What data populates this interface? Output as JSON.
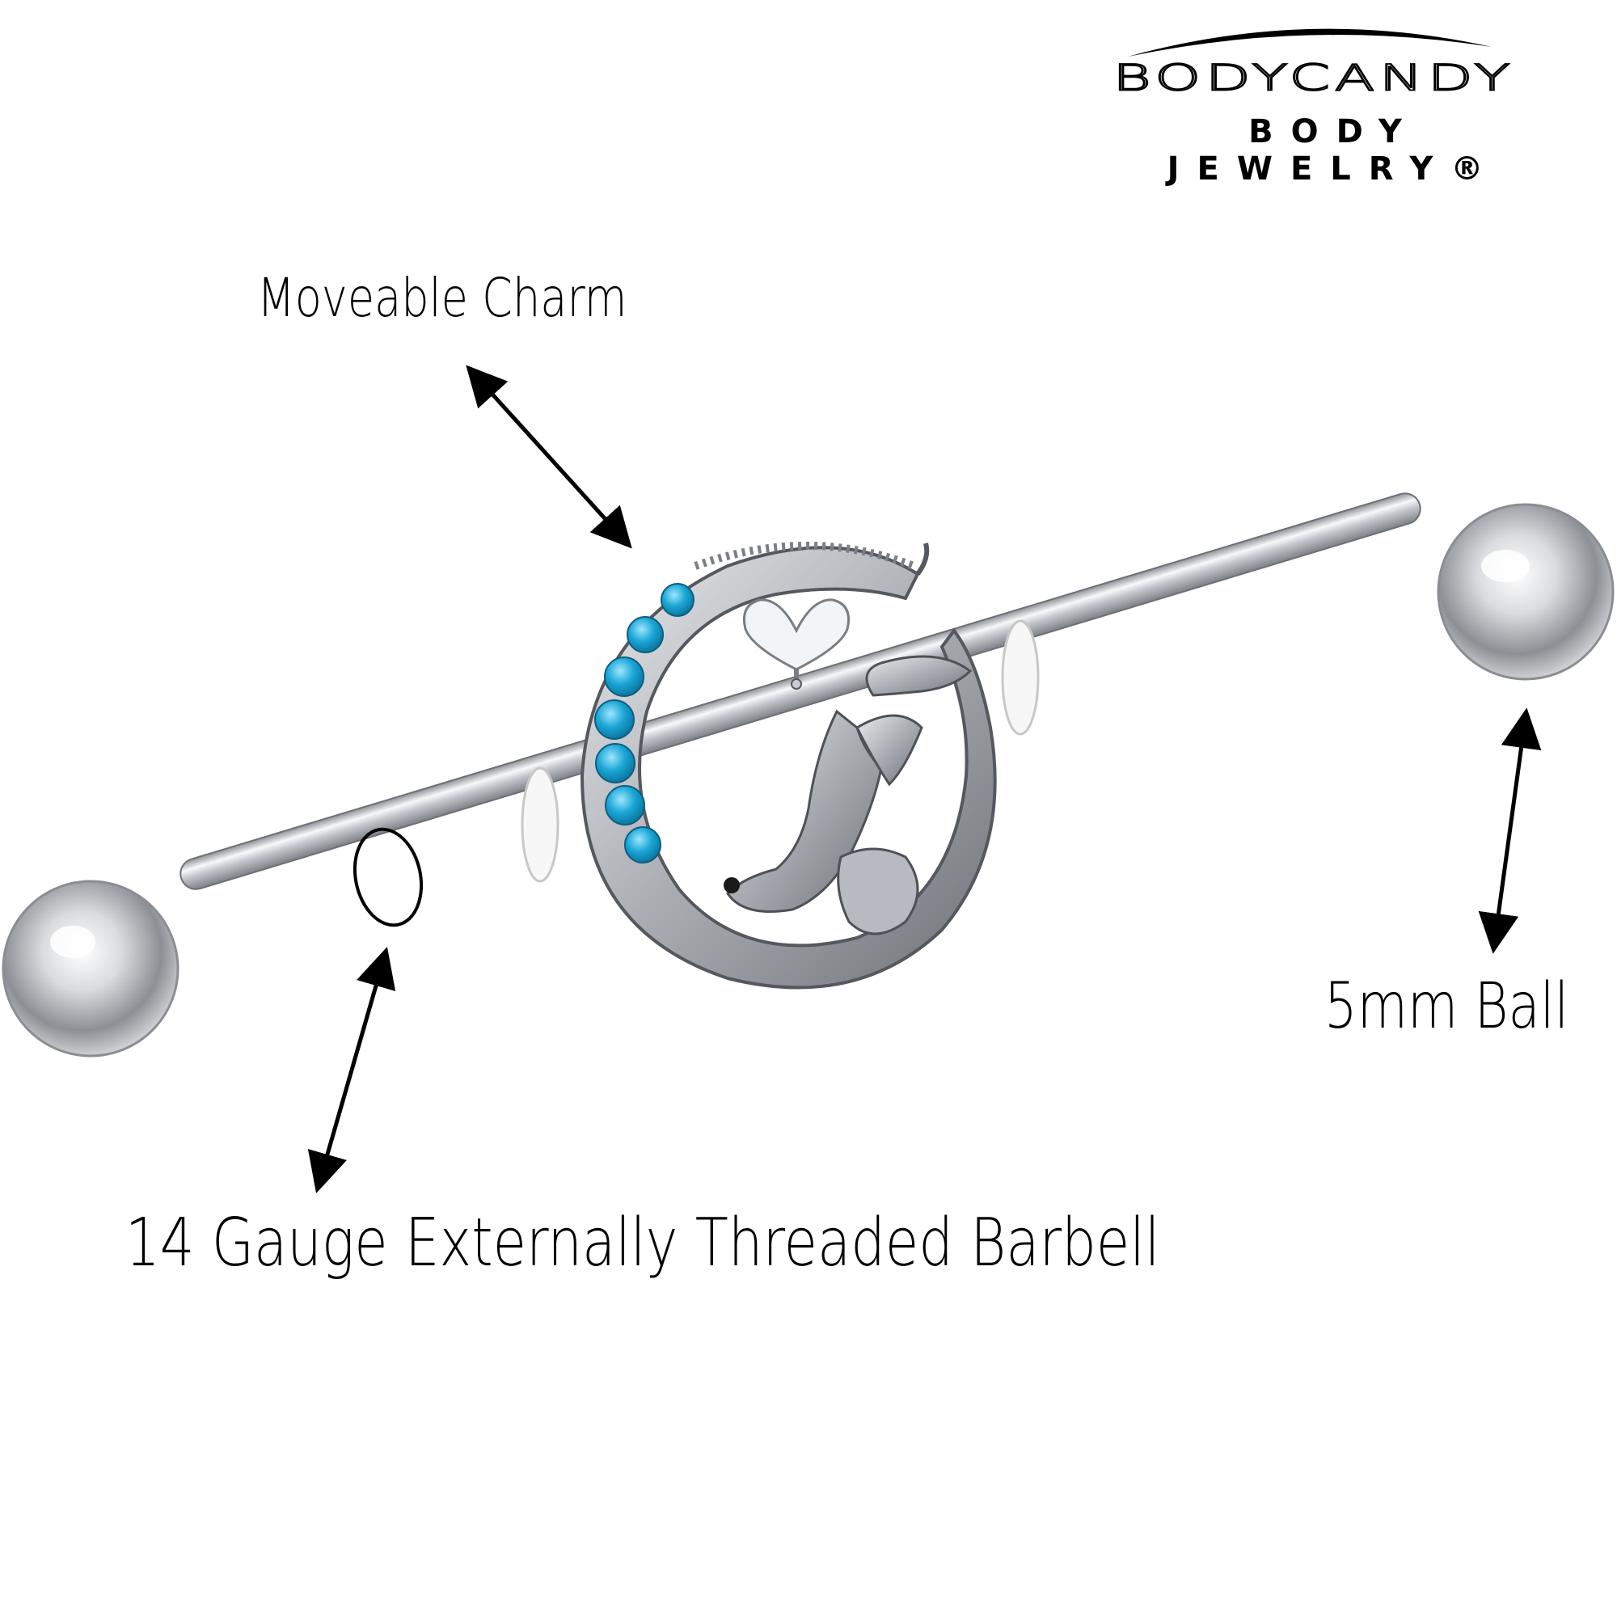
{
  "brand": {
    "wordmark": "BODYCANDY",
    "tagline": "BODY JEWELRY®"
  },
  "labels": {
    "charm": "Moveable Charm",
    "ball": "5mm Ball",
    "barbell": "14 Gauge Externally Threaded Barbell"
  },
  "colors": {
    "metal": "#c9ccd1",
    "gem_blue": "#1aa6d6",
    "gem_clear": "#f2f5f8",
    "bumper": "#f5f5f5",
    "ink": "#000000"
  },
  "icons": [
    "double-arrow-icon",
    "thread-ring-icon",
    "heart-gem-icon",
    "blue-gem-icon"
  ]
}
